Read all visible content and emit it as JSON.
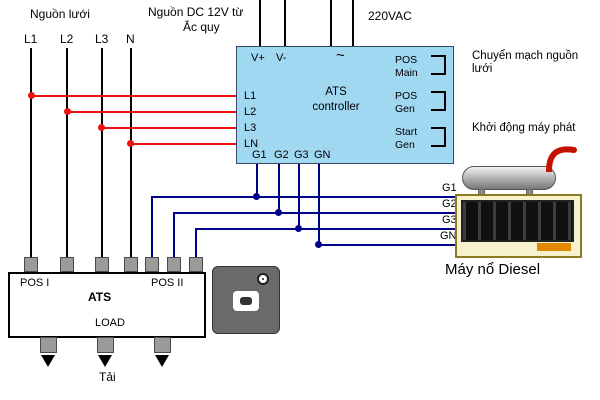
{
  "top": {
    "grid_power_label": "Nguồn lưới",
    "phase_labels": {
      "l1": "L1",
      "l2": "L2",
      "l3": "L3",
      "n": "N"
    },
    "dc_label_line1": "Nguồn DC 12V từ",
    "dc_label_line2": "Ắc quy",
    "ac_label": "220VAC"
  },
  "controller": {
    "title_line1": "ATS",
    "title_line2": "controller",
    "terminals": {
      "vplus": "V+",
      "vminus": "V-",
      "ac": "~",
      "l1": "L1",
      "l2": "L2",
      "l3": "L3",
      "ln": "LN",
      "g1": "G1",
      "g2": "G2",
      "g3": "G3",
      "gn": "GN"
    },
    "outputs": {
      "pos_main_1": "POS",
      "pos_main_2": "Main",
      "pos_gen_1": "POS",
      "pos_gen_2": "Gen",
      "start_gen_1": "Start",
      "start_gen_2": "Gen"
    }
  },
  "notes": {
    "mains_switch": "Chuyển mạch nguồn lưới",
    "start_generator": "Khởi động máy phát"
  },
  "gen_lines": {
    "g1": "G1",
    "g2": "G2",
    "g3": "G3",
    "gn": "GN"
  },
  "generator": {
    "caption": "Máy nổ Diesel"
  },
  "ats_switch": {
    "pos1": "POS I",
    "pos2": "POS II",
    "name": "ATS",
    "load": "LOAD",
    "load_caption": "Tải"
  },
  "colors": {
    "controller_bg": "#a0d8f2",
    "mains_wire": "#ee1111",
    "gen_wire": "#00008b",
    "line": "#000000"
  }
}
